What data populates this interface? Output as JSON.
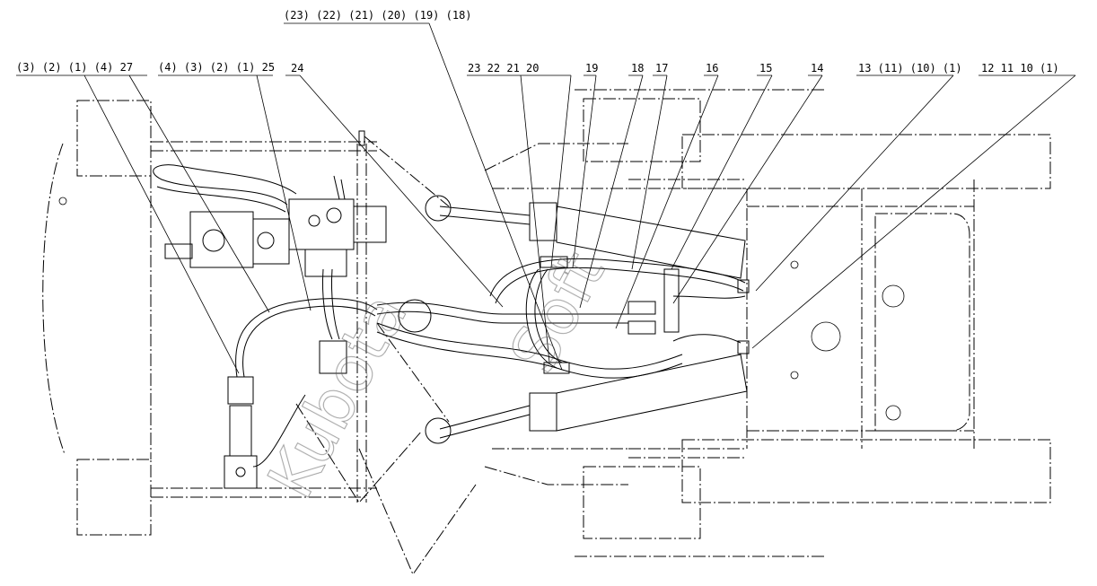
{
  "callouts": {
    "top_group": "(23) (22) (21) (20) (19) (18)",
    "group_a": "(3)  (2)  (1)  (4)  27",
    "group_b": "(4)  (3)  (2)  (1)  25",
    "single_24": "24",
    "group_c": "23   22   21   20",
    "c19": "19",
    "c18": "18",
    "c17": "17",
    "c16": "16",
    "c15": "15",
    "c14": "14",
    "group_d": "13 (11) (10)  (1)",
    "group_e": "12   11   10   (1)"
  },
  "watermark": {
    "left": "Kubota",
    "right": "Soft"
  }
}
